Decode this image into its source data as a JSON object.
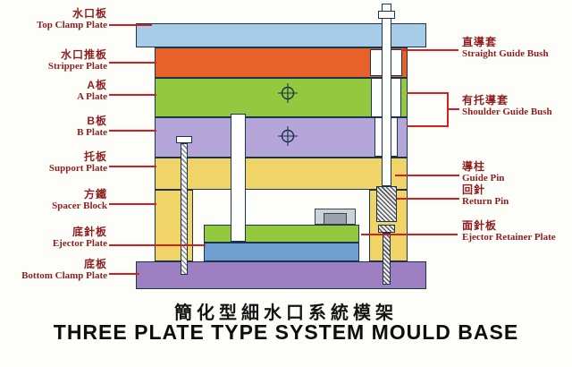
{
  "diagram": {
    "labels_left": [
      {
        "zh": "水口板",
        "en": "Top Clamp Plate"
      },
      {
        "zh": "水口推板",
        "en": "Stripper Plate"
      },
      {
        "zh": "A板",
        "en": "A Plate"
      },
      {
        "zh": "B板",
        "en": "B Plate"
      },
      {
        "zh": "托板",
        "en": "Support Plate"
      },
      {
        "zh": "方鐵",
        "en": "Spacer Block"
      },
      {
        "zh": "底針板",
        "en": "Ejector Plate"
      },
      {
        "zh": "底板",
        "en": "Bottom Clamp Plate"
      }
    ],
    "labels_right": [
      {
        "zh": "直導套",
        "en": "Straight Guide Bush"
      },
      {
        "zh": "有托導套",
        "en": "Shoulder Guide Bush"
      },
      {
        "zh": "導柱",
        "en": "Guide Pin"
      },
      {
        "zh": "回針",
        "en": "Return Pin"
      },
      {
        "zh": "面針板",
        "en": "Ejector Retainer Plate"
      }
    ],
    "title_zh": "簡化型細水口系統模架",
    "title_en": "THREE PLATE TYPE SYSTEM MOULD BASE",
    "colors": {
      "top_clamp_plate": "#a7cce8",
      "stripper_plate": "#e8612b",
      "a_plate": "#93c83f",
      "b_plate": "#b6a5d8",
      "support_plate": "#f0d468",
      "spacer_block": "#f0d468",
      "ejector_retainer_plate": "#93c83f",
      "ejector_plate": "#6f9fd0",
      "bottom_clamp_plate": "#9d7fc2",
      "label_text": "#8e1e1e",
      "leader_line": "#d02020",
      "outline": "#17354d"
    }
  }
}
